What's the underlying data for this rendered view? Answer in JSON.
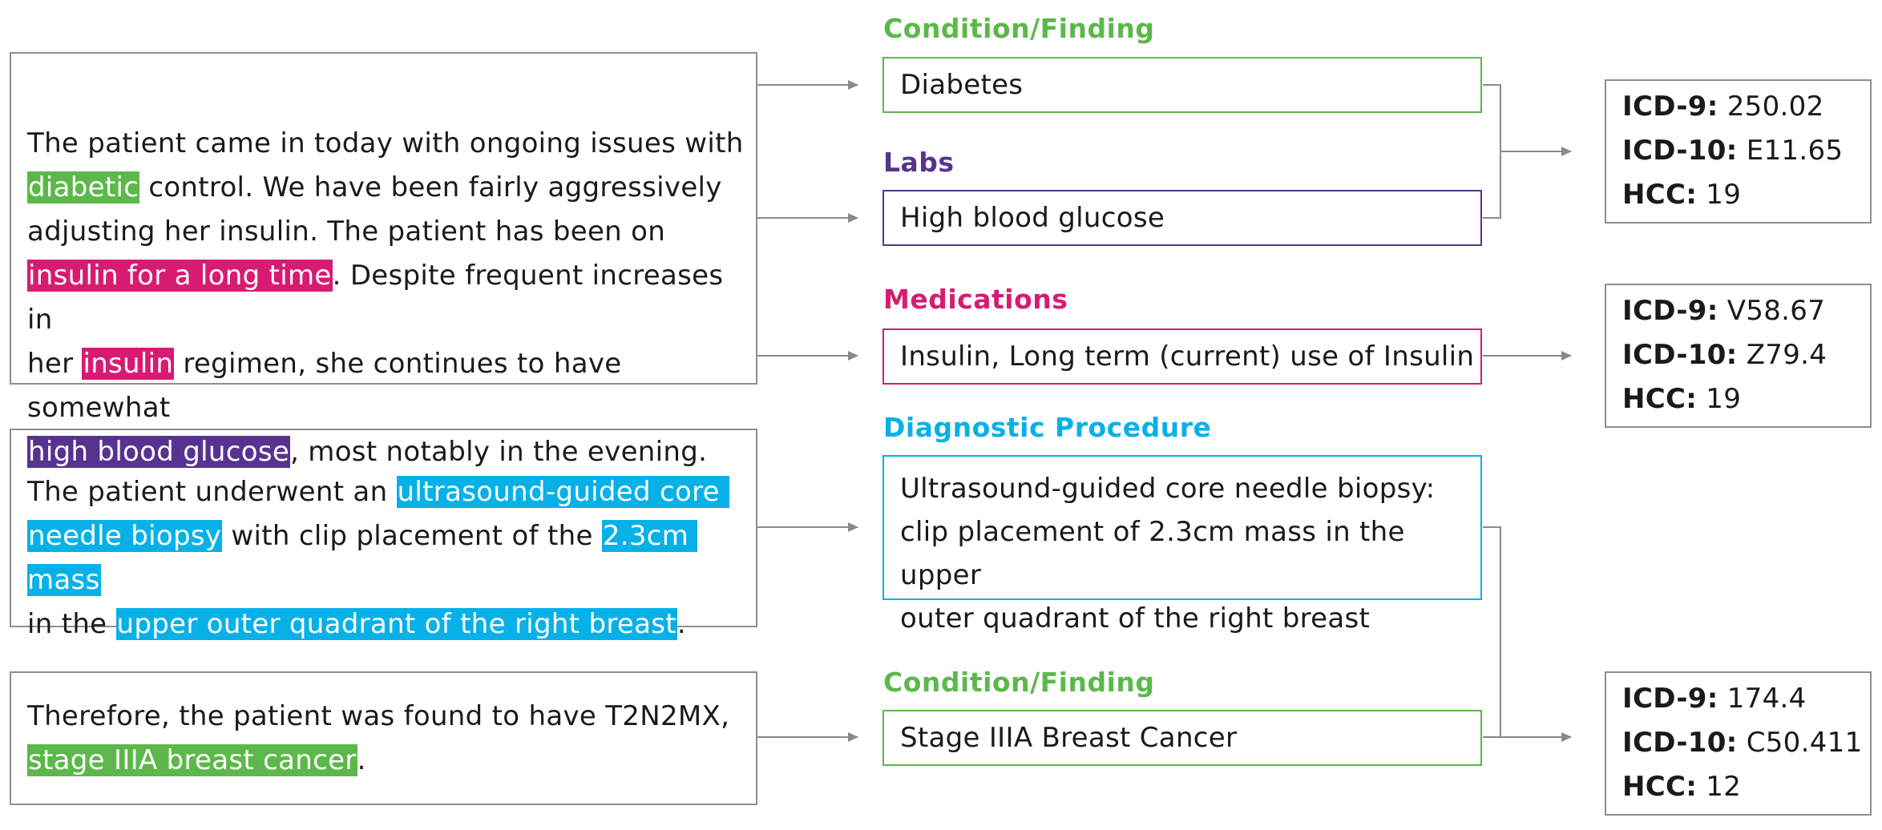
{
  "notes": [
    {
      "segments": [
        {
          "text": "The patient came in today with ongoing issues with\n"
        },
        {
          "text": "diabetic",
          "hl": "green"
        },
        {
          "text": " control. We have been fairly aggressively\nadjusting her insulin. The patient has been on\n"
        },
        {
          "text": "insulin for a long time",
          "hl": "pink"
        },
        {
          "text": ". Despite frequent increases in\nher "
        },
        {
          "text": "insulin",
          "hl": "pink"
        },
        {
          "text": " regimen, she continues to have somewhat\n"
        },
        {
          "text": "high blood glucose",
          "hl": "purple"
        },
        {
          "text": ", most notably in the evening."
        }
      ]
    },
    {
      "segments": [
        {
          "text": "The patient underwent an "
        },
        {
          "text": "ultrasound-guided core ",
          "hl": "blue"
        },
        {
          "text": "\n"
        },
        {
          "text": "needle biopsy",
          "hl": "blue"
        },
        {
          "text": " with clip placement of the "
        },
        {
          "text": "2.3cm mass",
          "hl": "blue"
        },
        {
          "text": "\nin the "
        },
        {
          "text": "upper outer quadrant of the right breast",
          "hl": "blue"
        },
        {
          "text": "."
        }
      ]
    },
    {
      "segments": [
        {
          "text": "Therefore, the patient was found to have T2N2MX,\n"
        },
        {
          "text": "stage IIIA breast cancer",
          "hl": "green"
        },
        {
          "text": "."
        }
      ]
    }
  ],
  "categories": {
    "condition_1": "Condition/Finding",
    "labs": "Labs",
    "medications": "Medications",
    "diagnostic": "Diagnostic Procedure",
    "condition_2": "Condition/Finding"
  },
  "findings": {
    "diabetes": "Diabetes",
    "glucose": "High blood glucose",
    "insulin": "Insulin, Long term (current) use of Insulin",
    "biopsy": "Ultrasound-guided core needle biopsy:\nclip placement of 2.3cm mass in the upper\nouter quadrant of the right breast",
    "cancer": "Stage IIIA Breast Cancer"
  },
  "code_sets": [
    {
      "icd9_label": "ICD-9:",
      "icd9": "250.02",
      "icd10_label": "ICD-10:",
      "icd10": "E11.65",
      "hcc_label": "HCC:",
      "hcc": "19"
    },
    {
      "icd9_label": "ICD-9:",
      "icd9": "V58.67",
      "icd10_label": "ICD-10:",
      "icd10": "Z79.4",
      "hcc_label": "HCC:",
      "hcc": "19"
    },
    {
      "icd9_label": "ICD-9:",
      "icd9": "174.4",
      "icd10_label": "ICD-10:",
      "icd10": "C50.411",
      "hcc_label": "HCC:",
      "hcc": "12"
    }
  ],
  "colors": {
    "green": "#5cb84a",
    "purple": "#57338f",
    "pink": "#d81b72",
    "blue": "#07b1e8",
    "border_gray": "#8f8f8f",
    "arrow_gray": "#8a8a8a"
  }
}
